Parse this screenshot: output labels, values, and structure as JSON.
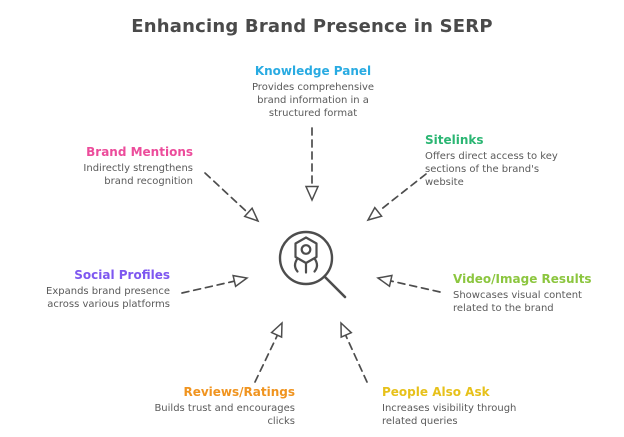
{
  "title": "Enhancing Brand Presence in SERP",
  "colors": {
    "title_text": "#4a4a4a",
    "body_text": "#5a5a5a",
    "connector_stroke": "#4d4d4d"
  },
  "center_icon": "magnifier-claw-hex-icon",
  "nodes": [
    {
      "id": "knowledge-panel",
      "label": "Knowledge Panel",
      "description": "Provides comprehensive brand information in a structured format",
      "color": "#29ABE2"
    },
    {
      "id": "sitelinks",
      "label": "Sitelinks",
      "description": "Offers direct access to key sections of the brand's website",
      "color": "#2BB673"
    },
    {
      "id": "brand-mentions",
      "label": "Brand Mentions",
      "description": "Indirectly strengthens brand recognition",
      "color": "#EC4C9B"
    },
    {
      "id": "social-profiles",
      "label": "Social Profiles",
      "description": "Expands brand presence across various platforms",
      "color": "#7E57F0"
    },
    {
      "id": "video-image-results",
      "label": "Video/Image Results",
      "description": "Showcases visual content related to the brand",
      "color": "#8CC63F"
    },
    {
      "id": "reviews-ratings",
      "label": "Reviews/Ratings",
      "description": "Builds trust and encourages clicks",
      "color": "#F0941F"
    },
    {
      "id": "people-also-ask",
      "label": "People Also Ask",
      "description": "Increases visibility through related queries",
      "color": "#E7C11A"
    }
  ]
}
